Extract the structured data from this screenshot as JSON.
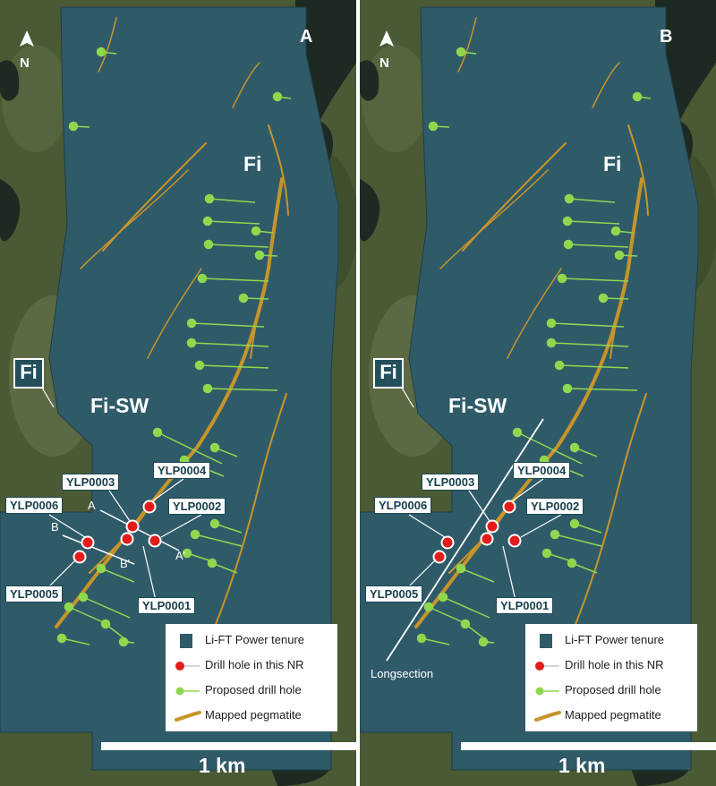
{
  "colors": {
    "tenure": "#2f5b69",
    "pegmatite": "#c8942a",
    "drill_hole": "#e31b1b",
    "proposed": "#8fd84e"
  },
  "panels": [
    {
      "id": "A",
      "letter": "A",
      "north": "N",
      "zone_fi": "Fi",
      "zone_fi_sw": "Fi-SW",
      "fi_box": "Fi",
      "holes": {
        "yl1": "YLP0001",
        "yl2": "YLP0002",
        "yl3": "YLP0003",
        "yl4": "YLP0004",
        "yl5": "YLP0005",
        "yl6": "YLP0006"
      },
      "section_labels": {
        "a": "A",
        "a_prime": "A'",
        "b": "B",
        "b_prime": "B'"
      },
      "scale": "1 km"
    },
    {
      "id": "B",
      "letter": "B",
      "north": "N",
      "zone_fi": "Fi",
      "zone_fi_sw": "Fi-SW",
      "fi_box": "Fi",
      "holes": {
        "yl1": "YLP0001",
        "yl2": "YLP0002",
        "yl3": "YLP0003",
        "yl4": "YLP0004",
        "yl5": "YLP0005",
        "yl6": "YLP0006"
      },
      "longsection": "Longsection",
      "scale": "1 km"
    }
  ],
  "legend": [
    {
      "label": "Li-FT Power tenure",
      "icon": "tenure-square"
    },
    {
      "label": "Drill hole in this NR",
      "icon": "red-dot-line"
    },
    {
      "label": "Proposed drill hole",
      "icon": "green-dot-line"
    },
    {
      "label": "Mapped pegmatite",
      "icon": "pegmatite-stroke"
    }
  ]
}
